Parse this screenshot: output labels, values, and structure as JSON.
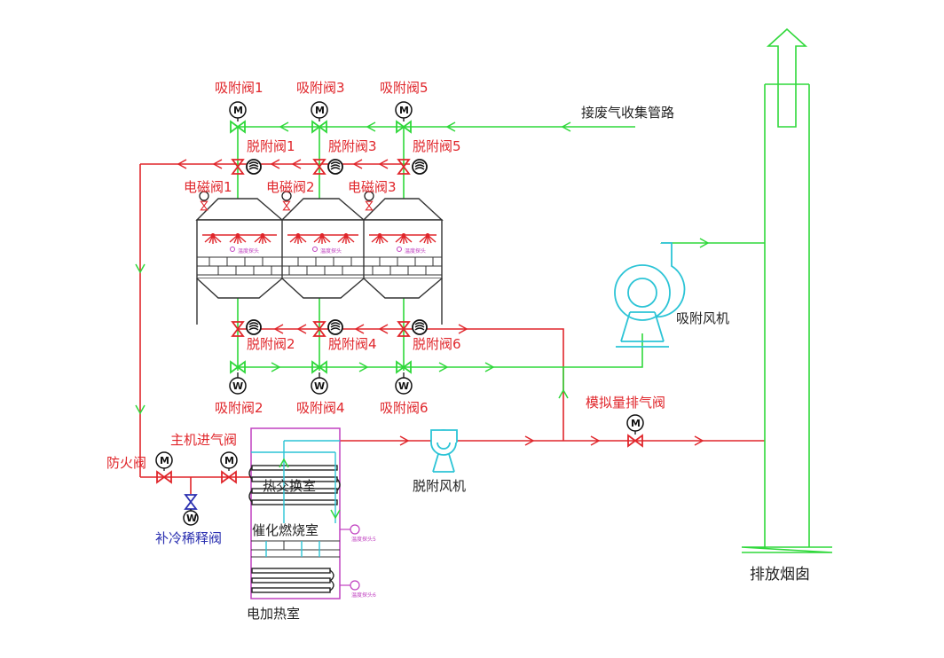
{
  "labels": {
    "ads_valve_1": "吸附阀1",
    "ads_valve_3": "吸附阀3",
    "ads_valve_5": "吸附阀5",
    "ads_valve_2": "吸附阀2",
    "ads_valve_4": "吸附阀4",
    "ads_valve_6": "吸附阀6",
    "des_valve_1": "脱附阀1",
    "des_valve_3": "脱附阀3",
    "des_valve_5": "脱附阀5",
    "des_valve_2": "脱附阀2",
    "des_valve_4": "脱附阀4",
    "des_valve_6": "脱附阀6",
    "solenoid_1": "电磁阀1",
    "solenoid_2": "电磁阀2",
    "solenoid_3": "电磁阀3",
    "waste_gas_pipe": "接废气收集管路",
    "adsorption_fan": "吸附风机",
    "simulated_exhaust_valve": "模拟量排气阀",
    "main_inlet_valve": "主机进气阀",
    "fire_valve": "防火阀",
    "cooling_dilution_valve": "补冷稀释阀",
    "desorption_fan": "脱附风机",
    "heat_exchange_room": "热交换室",
    "catalytic_room": "催化燃烧室",
    "electric_heating_room": "电加热室",
    "chimney": "排放烟囱",
    "temp_probe_bed": "温度探头",
    "temp_probe_5": "温度探头5",
    "temp_probe_6": "温度探头6"
  },
  "symbols": {
    "motor": "M",
    "manual": "W"
  },
  "colors": {
    "pipe_red": "#e0262b",
    "pipe_green": "#2fd83a",
    "fan": "#2cc4d6",
    "chamber": "#c040c0",
    "valve_blue": "#2a2fb0",
    "probe": "#c040c0"
  }
}
